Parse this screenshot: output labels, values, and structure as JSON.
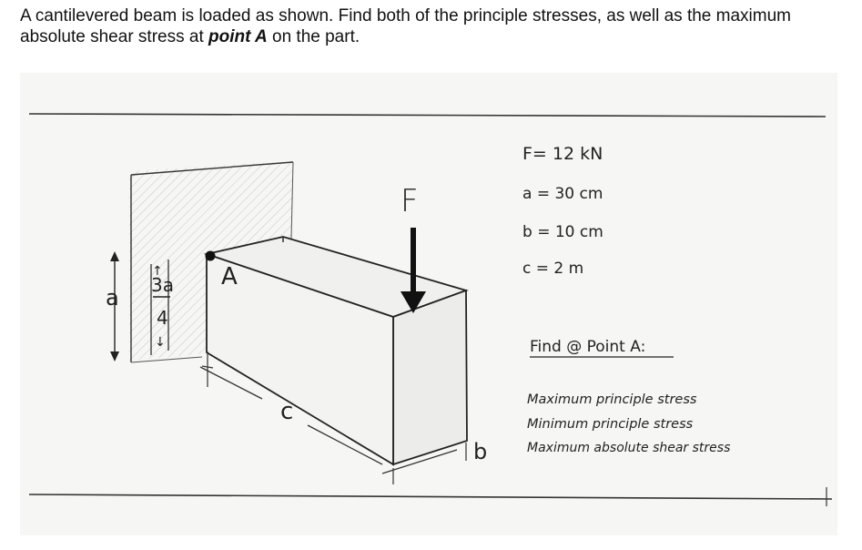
{
  "problem": {
    "text_before": "A cantilevered beam is loaded as shown. Find both of the principle stresses, as well as the maximum absolute shear stress at ",
    "emphasis": "point A",
    "text_after": " on the part."
  },
  "sketch": {
    "force_label": "F",
    "point_label": "A",
    "dim_a": "a",
    "dim_3a_num": "3a",
    "dim_3a_den": "4",
    "dim_c": "c",
    "dim_b": "b",
    "givens": [
      "F= 12 kN",
      "a = 30 cm",
      "b = 10 cm",
      "c = 2 m"
    ],
    "find_title": "Find @ Point A:",
    "find_items": [
      "Maximum principle stress",
      "Minimum principle stress",
      "Maximum absolute shear stress"
    ]
  }
}
